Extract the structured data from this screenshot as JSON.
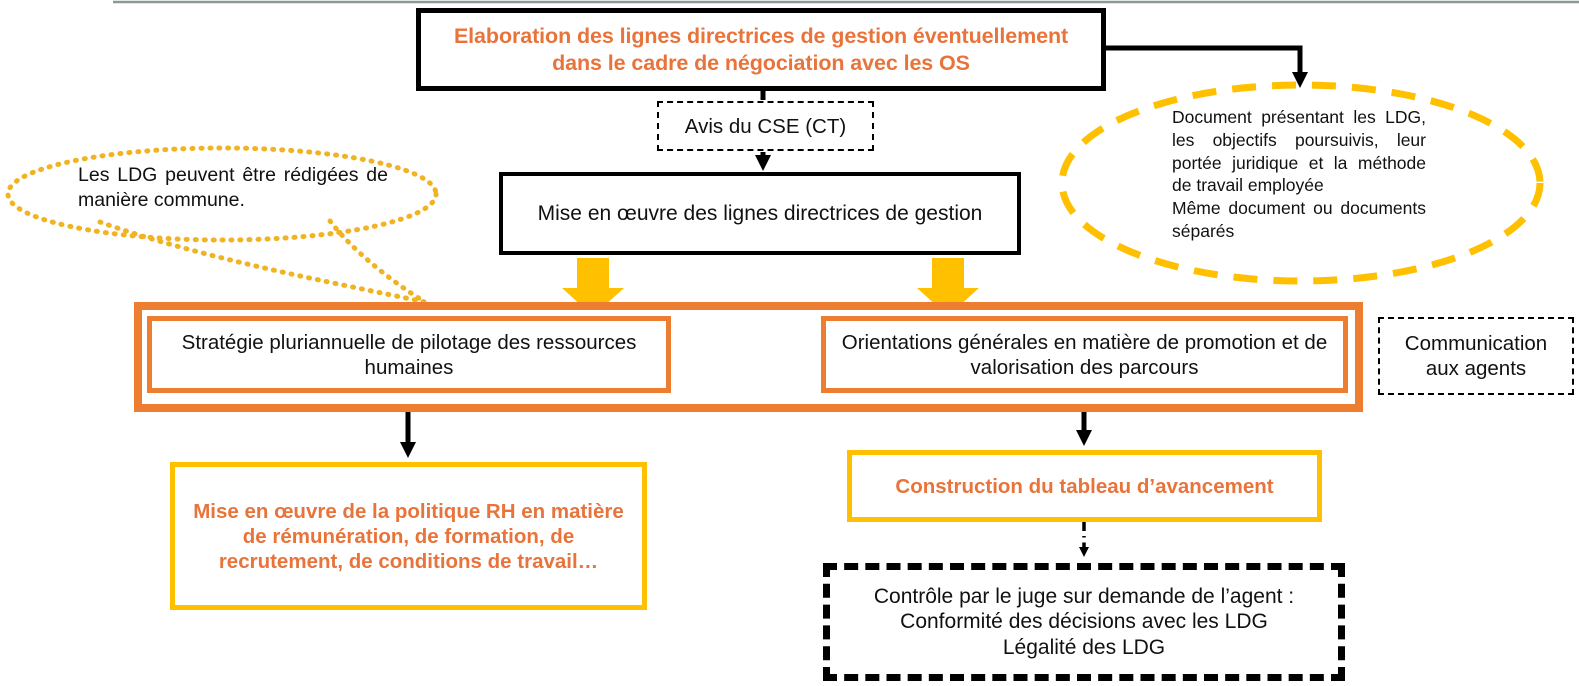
{
  "diagram": {
    "title_top_rule": "header-rule",
    "colors": {
      "orange": "#ED7D31",
      "orange_text": "#E8743B",
      "yellow": "#FFC000",
      "black": "#000000",
      "top_rule_gray": "#8A9A90"
    },
    "nodes": {
      "elaboration": {
        "label": "Elaboration des lignes directrices de gestion éventuellement dans le cadre de négociation avec les OS",
        "style": "black-solid-box-orange-bold-text"
      },
      "avis_cse": {
        "label": "Avis du CSE (CT)",
        "style": "black-dashed-box"
      },
      "mise_en_oeuvre": {
        "label": "Mise en œuvre des lignes directrices de gestion",
        "style": "black-solid-box"
      },
      "strategie": {
        "label": "Stratégie pluriannuelle de pilotage des ressources humaines",
        "style": "orange-solid-box"
      },
      "orientations": {
        "label": "Orientations générales en matière de promotion et de valorisation des parcours",
        "style": "orange-solid-box"
      },
      "communication": {
        "label": "Communication aux agents",
        "style": "black-dashed-box"
      },
      "politique_rh": {
        "label": "Mise en œuvre de la politique RH en matière de rémunération, de formation, de recrutement, de conditions de travail…",
        "style": "yellow-solid-box-orange-bold-text"
      },
      "tableau_avancement": {
        "label": "Construction du tableau d’avancement",
        "style": "yellow-solid-box-orange-bold-text"
      },
      "controle_juge": {
        "label": "Contrôle par le juge sur demande de l’agent :\nConformité des décisions avec les LDG\nLégalité des LDG",
        "style": "black-heavy-dashed-box"
      }
    },
    "callouts": {
      "bubble_ldg": {
        "label": "Les LDG peuvent être rédigées de manière commune.",
        "style": "yellow-dotted-speech-bubble"
      },
      "ellipse_document": {
        "label": "Document présentant les LDG, les objectifs poursuivis, leur portée juridique et la méthode de travail employée\nMême document ou documents séparés",
        "style": "yellow-dashed-ellipse"
      }
    },
    "connectors": [
      {
        "name": "elaboration-to-avis",
        "kind": "solid-arrow-down"
      },
      {
        "name": "avis-to-mise-en-oeuvre",
        "kind": "solid-arrow-down"
      },
      {
        "name": "elaboration-to-ellipse",
        "kind": "solid-elbow-arrow-right-down"
      },
      {
        "name": "mise-en-oeuvre-to-strategie",
        "kind": "yellow-block-arrow-down"
      },
      {
        "name": "mise-en-oeuvre-to-orientations",
        "kind": "yellow-block-arrow-down"
      },
      {
        "name": "strategie-to-politique-rh",
        "kind": "solid-arrow-down"
      },
      {
        "name": "orientations-to-tableau",
        "kind": "solid-arrow-down"
      },
      {
        "name": "tableau-to-controle",
        "kind": "dash-dot-arrow-down"
      },
      {
        "name": "bubble-tail-to-strategie",
        "kind": "dotted-pointer"
      }
    ]
  }
}
